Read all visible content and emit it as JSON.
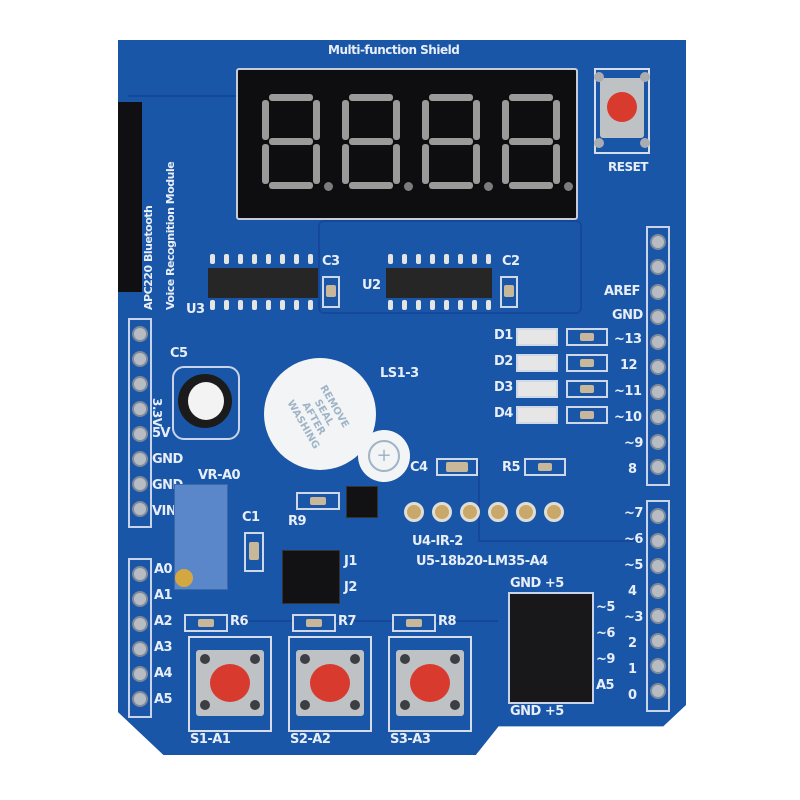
{
  "board": {
    "title": "Multi-function Shield",
    "side_label_1": "APC220 Bluetooth",
    "side_label_2": "Voice Recognition Module",
    "color": "#1a56a8"
  },
  "display": {
    "digits": [
      "8.",
      "8.",
      "8.",
      "8."
    ],
    "segment_color": "#9a9a98"
  },
  "reset": {
    "label": "RESET"
  },
  "ics": [
    {
      "label": "U3"
    },
    {
      "label": "U2"
    }
  ],
  "caps": {
    "c1": "C1",
    "c2": "C2",
    "c3": "C3",
    "c4": "C4",
    "c5": "C5"
  },
  "buzzer": {
    "label": "LS1-3",
    "text": [
      "REMOVE",
      "SEAL",
      "AFTER",
      "WASHING"
    ]
  },
  "pot": {
    "label": "VR-A0"
  },
  "resistors": {
    "r5": "R5",
    "r6": "R6",
    "r7": "R7",
    "r8": "R8",
    "r9": "R9"
  },
  "jumpers": {
    "j1": "J1",
    "j2": "J2"
  },
  "leds": [
    "D1",
    "D2",
    "D3",
    "D4"
  ],
  "sensor_socket": {
    "label1": "U4-IR-2",
    "label2": "U5-18b20-LM35-A4"
  },
  "servo_header": {
    "top": "GND +5",
    "bottom": "GND +5",
    "pins": [
      "~5",
      "~6",
      "~9",
      "A5"
    ]
  },
  "right_header_top": [
    "",
    "",
    "AREF",
    "GND",
    "~13",
    "12",
    "~11",
    "~10",
    "~9",
    "8"
  ],
  "right_header_bottom": [
    "~7",
    "~6",
    "~5",
    "4",
    "~3",
    "2",
    "1",
    "0"
  ],
  "left_header_power": [
    "",
    "",
    "",
    "3.3V",
    "5V",
    "GND",
    "GND",
    "VIN"
  ],
  "left_header_analog": [
    "A0",
    "A1",
    "A2",
    "A3",
    "A4",
    "A5"
  ],
  "buttons": [
    {
      "label": "S1-A1"
    },
    {
      "label": "S2-A2"
    },
    {
      "label": "S3-A3"
    }
  ]
}
